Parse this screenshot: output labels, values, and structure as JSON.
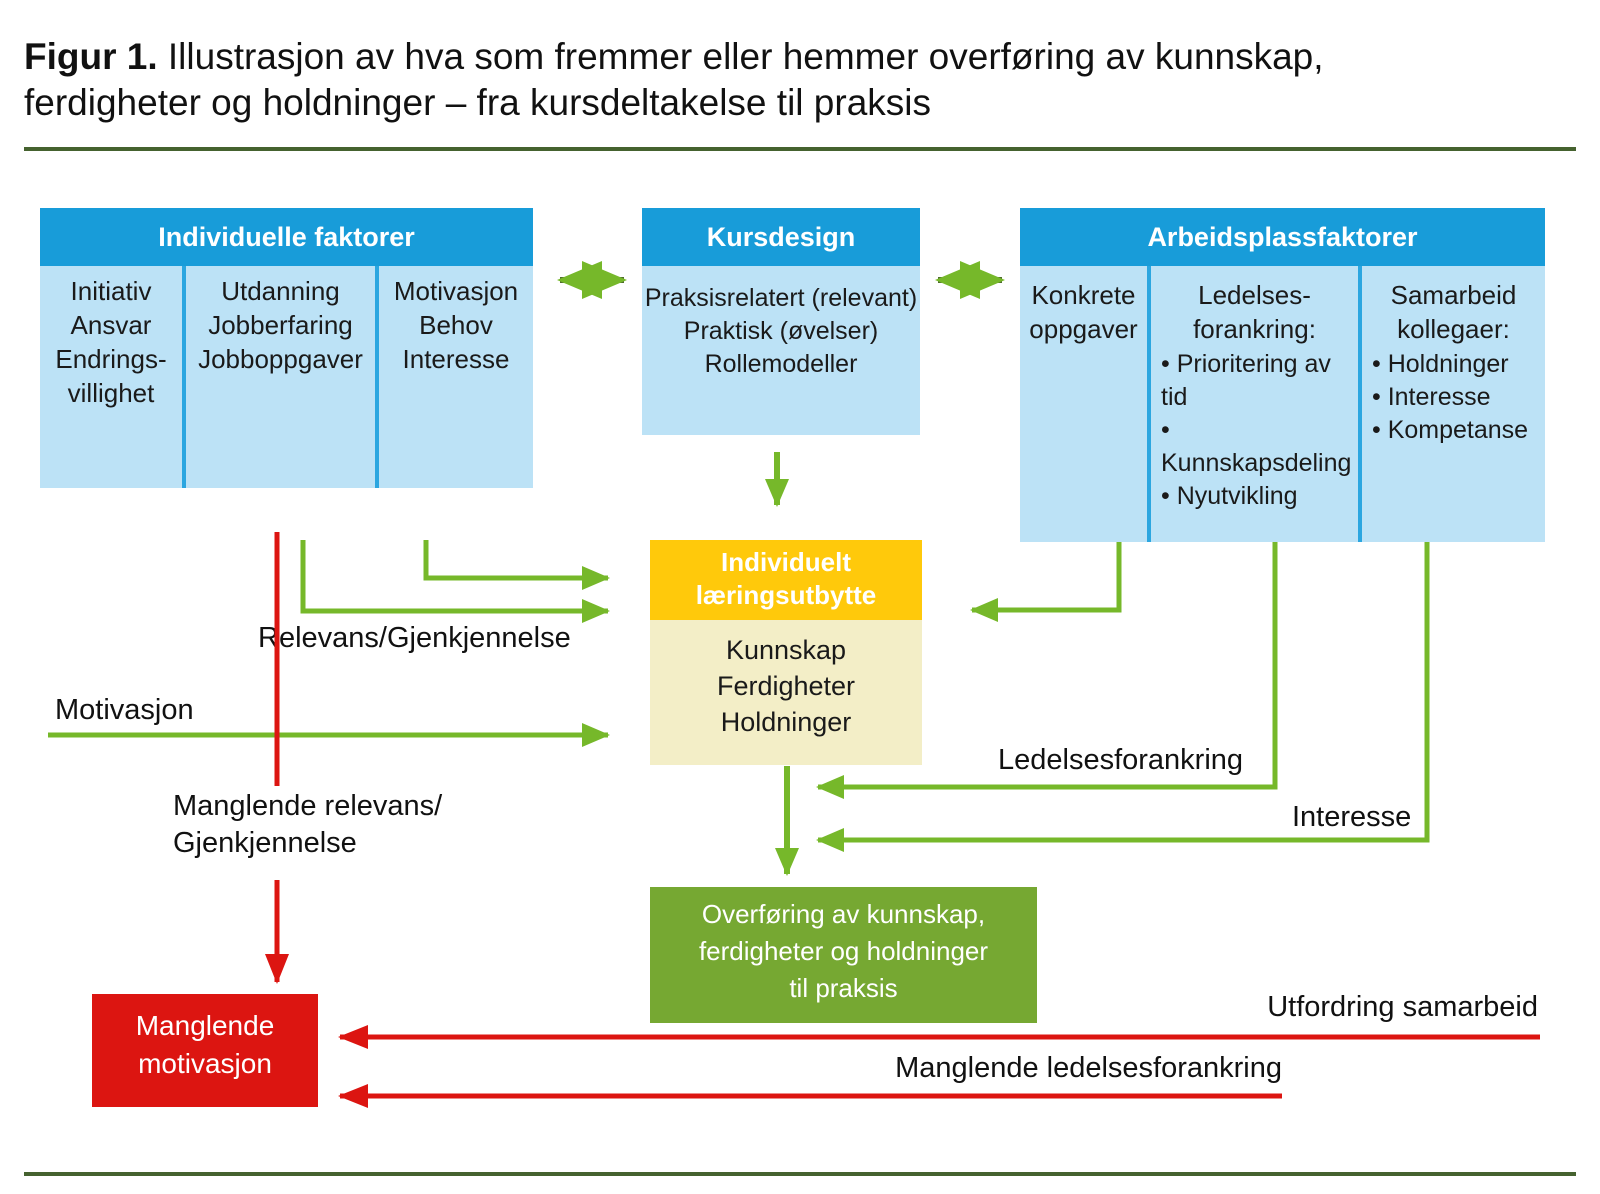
{
  "title": {
    "prefix": "Figur 1.",
    "text": " Illustrasjon av hva som fremmer eller hemmer overføring av kunnskap, ferdigheter og holdninger – fra kursdeltakelse til praksis"
  },
  "colors": {
    "header_blue": "#189CD9",
    "body_light_blue": "#BCE2F6",
    "divider_blue": "#2BA6E0",
    "outcome_gold": "#FFC90B",
    "outcome_pale_yellow": "#F3EEC7",
    "transfer_green": "#76A832",
    "arrow_green": "#76B82A",
    "double_arrow_shaft_green": "#4D6B2D",
    "rule_dark_green": "#45622F",
    "hindrance_red": "#DC1511"
  },
  "boxes": {
    "individual": {
      "header": "Individuelle faktorer",
      "columns": [
        {
          "lines": [
            "Initiativ",
            "Ansvar",
            "Endrings-",
            "villighet"
          ]
        },
        {
          "lines": [
            "Utdanning",
            "Jobberfaring",
            "Jobboppgaver"
          ]
        },
        {
          "lines": [
            "Motivasjon",
            "Behov",
            "Interesse"
          ]
        }
      ]
    },
    "course": {
      "header": "Kursdesign",
      "lines": [
        "Praksisrelatert (relevant)",
        "Praktisk (øvelser)",
        "Rollemodeller"
      ]
    },
    "workplace": {
      "header": "Arbeidsplassfaktorer",
      "columns": [
        {
          "lines": [
            "Konkrete",
            "oppgaver"
          ],
          "bullets": []
        },
        {
          "lines": [
            "Ledelses-",
            "forankring:"
          ],
          "bullets": [
            "Prioritering av tid",
            "Kunnskapsdeling",
            "Nyutvikling"
          ]
        },
        {
          "lines": [
            "Samarbeid",
            "kollegaer:"
          ],
          "bullets": [
            "Holdninger",
            "Interesse",
            "Kompetanse"
          ]
        }
      ]
    },
    "outcome": {
      "header_lines": [
        "Individuelt",
        "læringsutbytte"
      ],
      "lines": [
        "Kunnskap",
        "Ferdigheter",
        "Holdninger"
      ]
    },
    "transfer": {
      "lines": [
        "Overføring av kunnskap,",
        "ferdigheter og holdninger",
        "til praksis"
      ]
    },
    "lack_motivation": {
      "lines": [
        "Manglende",
        "motivasjon"
      ]
    }
  },
  "labels": {
    "relevans": "Relevans/Gjenkjennelse",
    "motivasjon": "Motivasjon",
    "manglende_relevans_line1": "Manglende relevans/",
    "manglende_relevans_line2": "Gjenkjennelse",
    "ledelsesforankring": "Ledelsesforankring",
    "interesse": "Interesse",
    "utfordring_samarbeid": "Utfordring samarbeid",
    "manglende_ledelsesforankring": "Manglende ledelsesforankring"
  }
}
